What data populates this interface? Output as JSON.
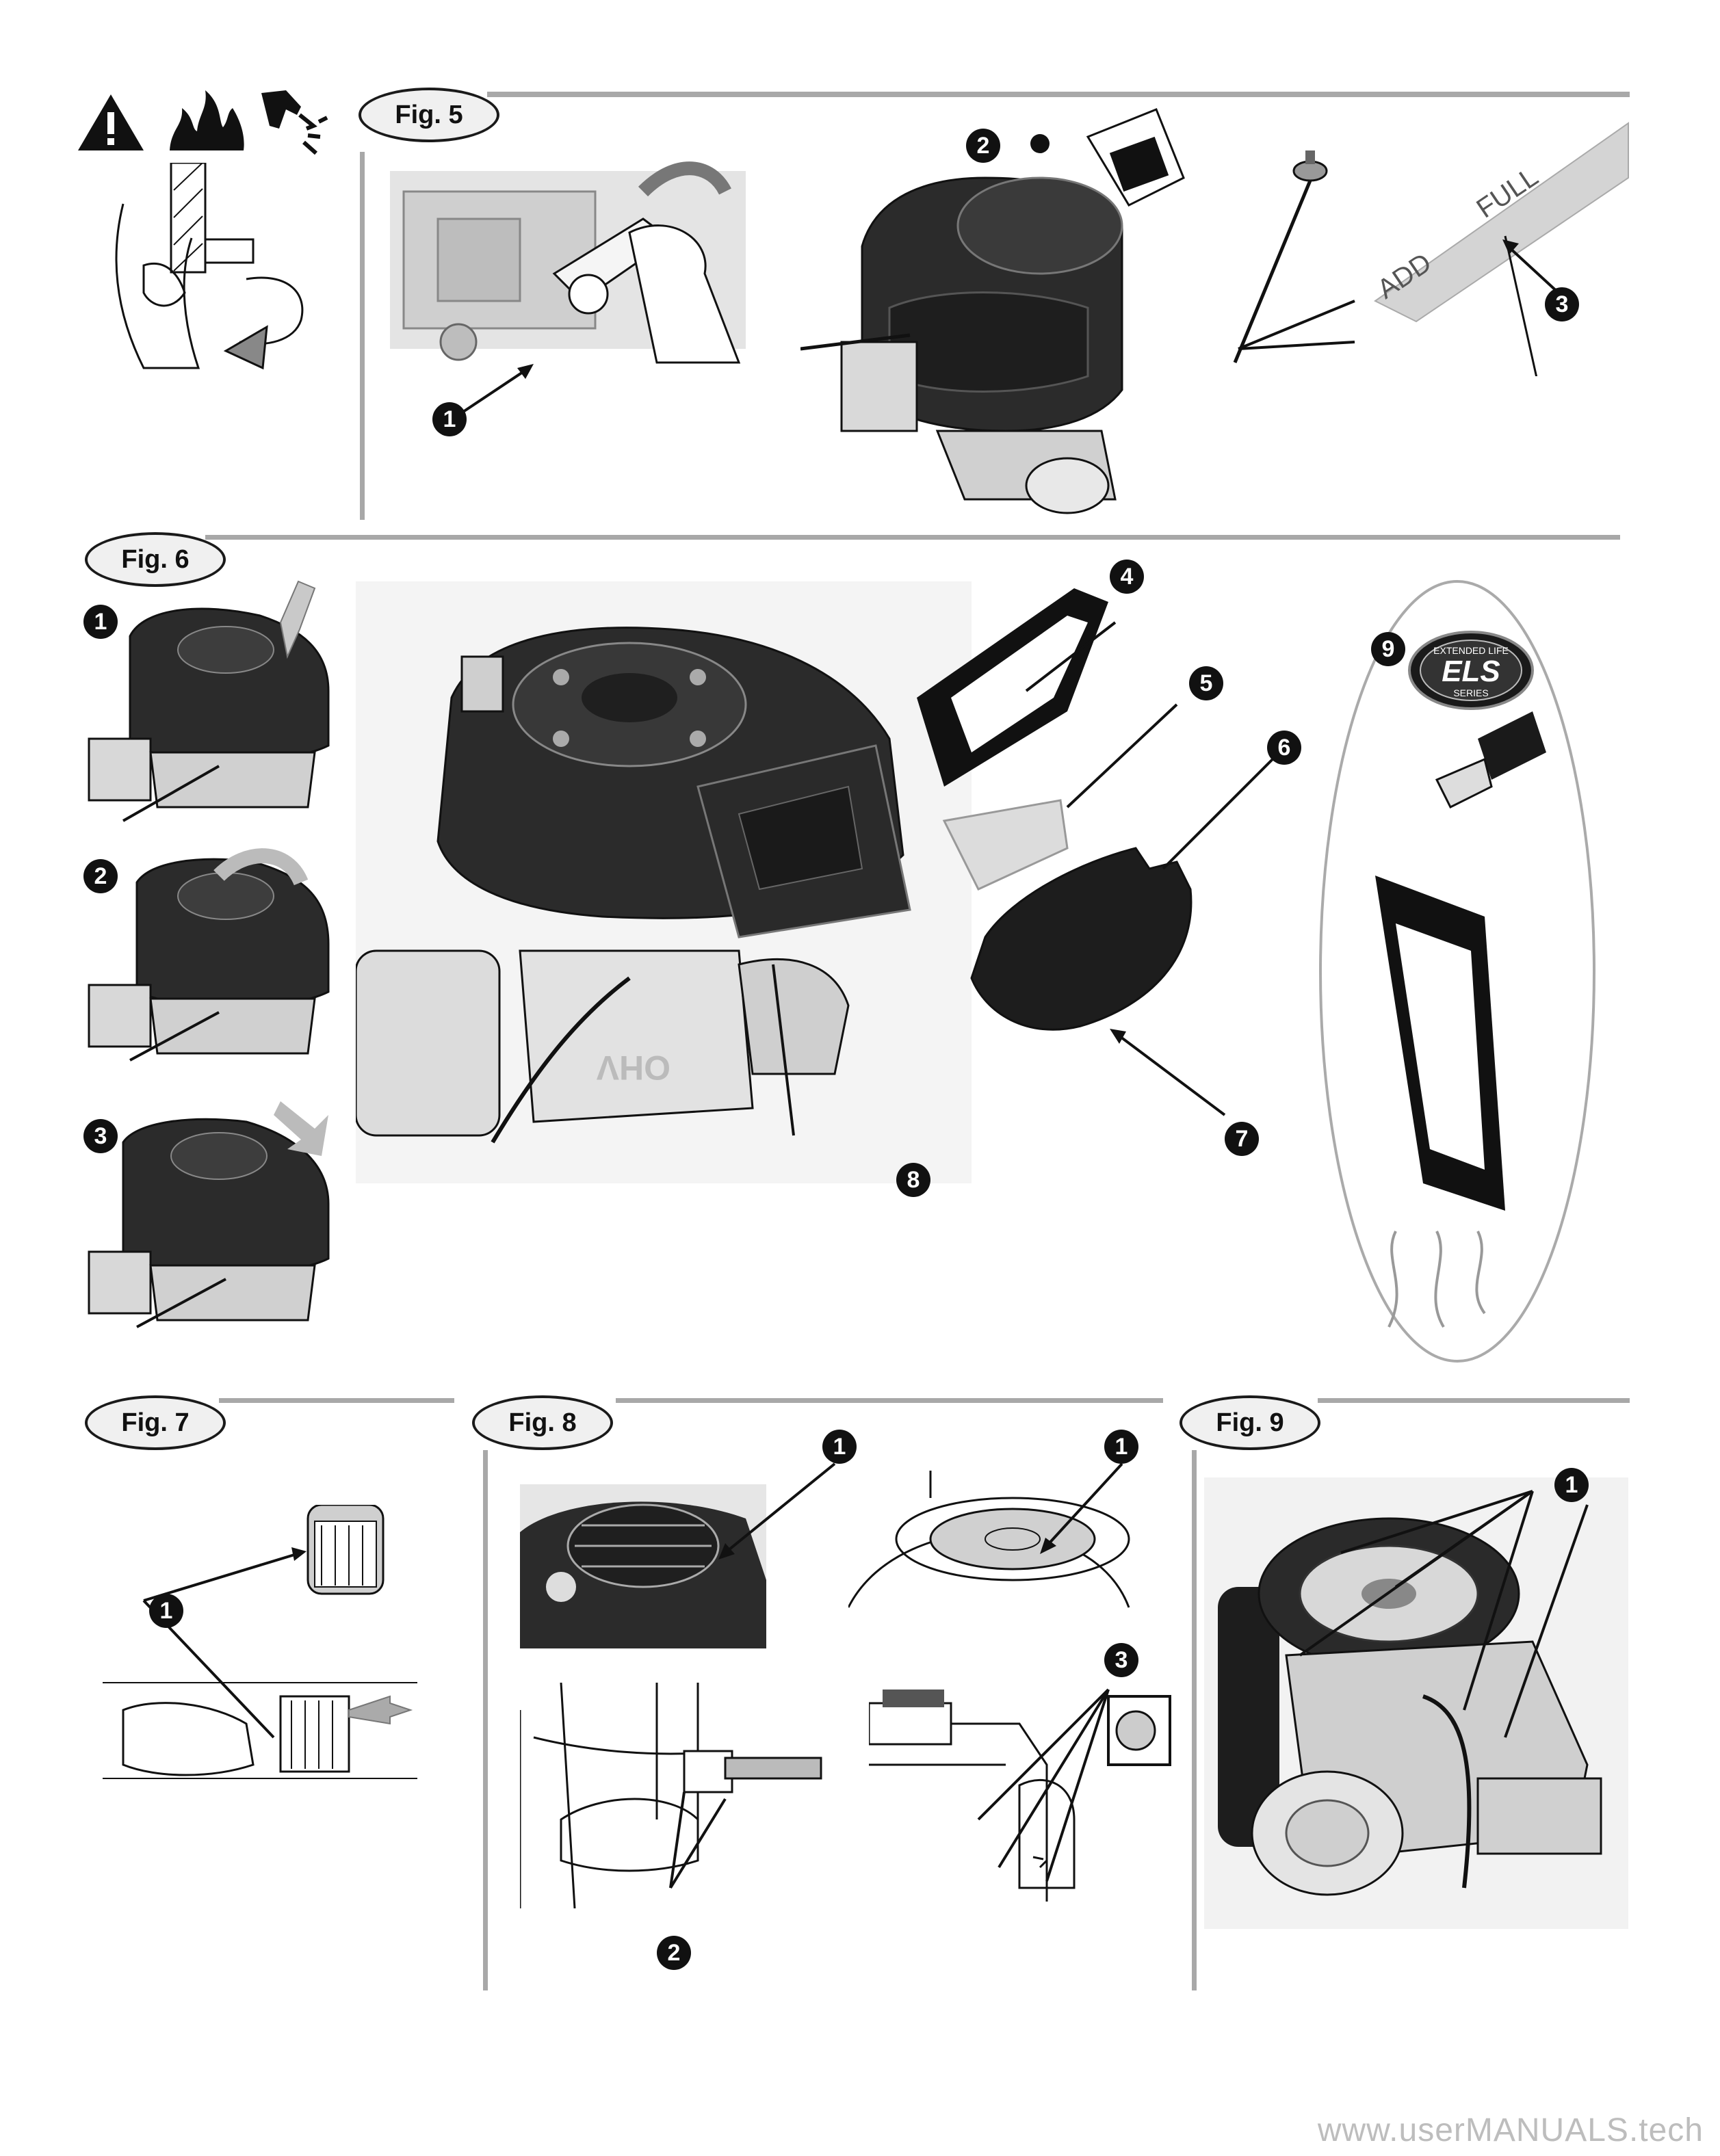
{
  "figures": {
    "fig5": {
      "label": "Fig. 5",
      "callouts": [
        "1",
        "2",
        "3"
      ],
      "dipstick": {
        "add": "ADD",
        "full": "FULL"
      }
    },
    "fig6": {
      "label": "Fig. 6",
      "callouts": [
        "1",
        "2",
        "3",
        "4",
        "5",
        "6",
        "7",
        "8",
        "9"
      ],
      "els_logo": {
        "top": "EXTENDED LIFE",
        "main": "ELS",
        "bottom": "SERIES"
      },
      "engine_text": "OHV"
    },
    "fig7": {
      "label": "Fig. 7",
      "callouts": [
        "1"
      ]
    },
    "fig8": {
      "label": "Fig. 8",
      "callouts": [
        "1",
        "1",
        "2",
        "3"
      ]
    },
    "fig9": {
      "label": "Fig. 9",
      "callouts": [
        "1"
      ]
    }
  },
  "watermark": "www.userMANUALS.tech",
  "icons": [
    "warning-triangle-icon",
    "fire-icon",
    "hand-burn-icon"
  ],
  "colors": {
    "ink": "#111111",
    "rule": "#a8a8a8",
    "label_bg": "#f0f0f0",
    "engine_dark": "#2b2b2b",
    "engine_light": "#d9d9d9"
  }
}
